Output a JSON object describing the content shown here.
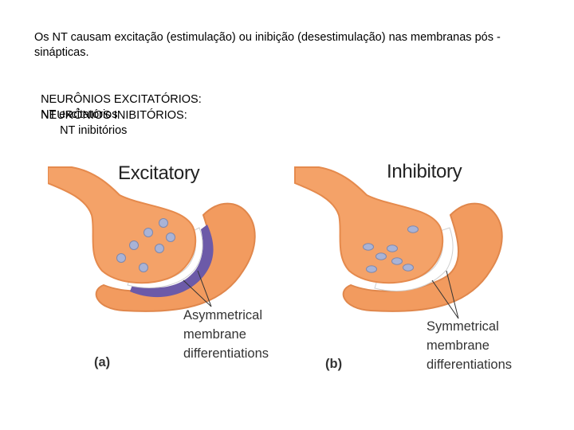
{
  "intro_text": "Os NT causam excitação (estimulação) ou inibição (desestimulação) nas membranas pós -sinápticas.",
  "rows": [
    {
      "label": "NEURÔNIOS EXCITATÓRIOS:",
      "value": "NT excitatórios"
    },
    {
      "label": "NEURÔNIOS INIBITÓRIOS:",
      "value": "NT inibitórios"
    }
  ],
  "panels": [
    {
      "title": "Excitatory",
      "caption": [
        "Asymmetrical",
        "membrane",
        "differentiations"
      ],
      "label": "(a)"
    },
    {
      "title": "Inhibitory",
      "caption": [
        "Symmetrical",
        "membrane",
        "differentiations"
      ],
      "label": "(b)"
    }
  ],
  "colors": {
    "terminal": "#f4a268",
    "terminal_dark": "#e58a4d",
    "postsynaptic": "#f29b5f",
    "membrane_purple": "#6c5aa8",
    "vesicle": "#a9b3d6"
  }
}
